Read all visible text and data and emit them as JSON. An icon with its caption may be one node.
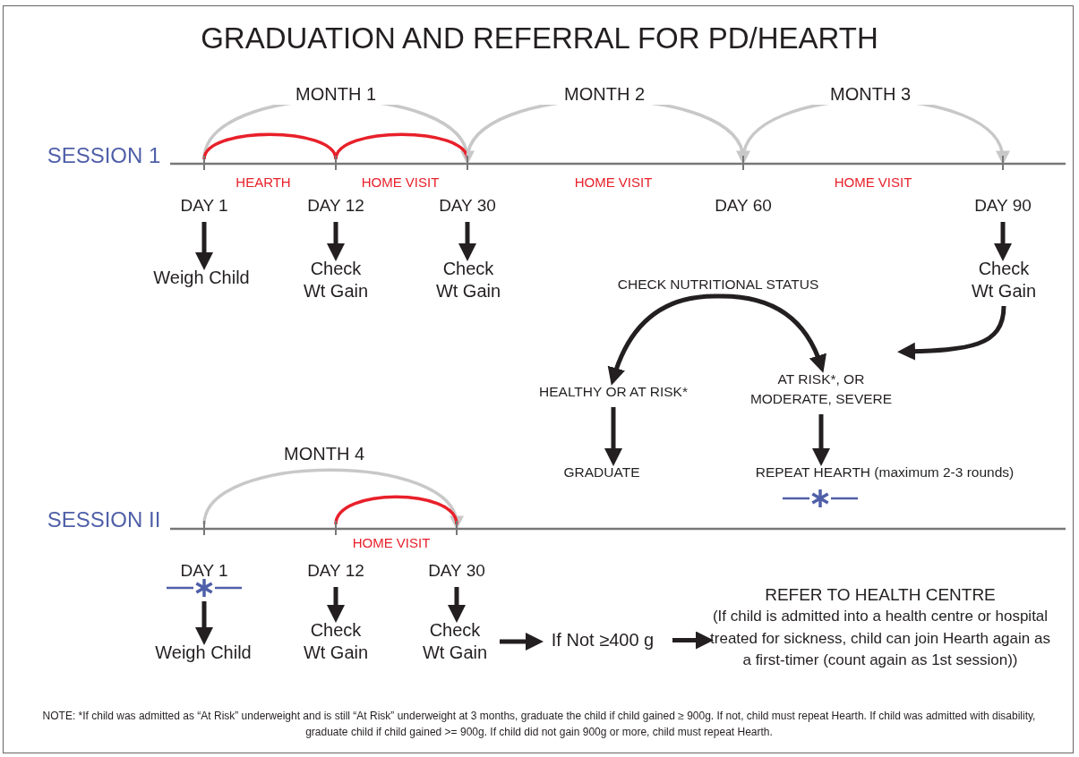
{
  "diagram": {
    "title": "GRADUATION AND REFERRAL FOR PD/HEARTH",
    "nodes": [
      {
        "text": [
          "DAY 1"
        ]
      },
      {
        "text": [
          "DAY 12"
        ]
      },
      {
        "text": [
          "DAY 30"
        ]
      },
      {
        "text": [
          "DAY 60"
        ]
      },
      {
        "text": [
          "DAY 90"
        ]
      },
      {
        "text": [
          "Weigh Child"
        ]
      },
      {
        "text": [
          "Check Wt Gain"
        ]
      },
      {
        "text": [
          "Check Wt Gain"
        ]
      },
      {
        "text": [
          "Check Wt Gain"
        ]
      },
      {
        "text": [
          "CHECK NUTRITIONAL STATUS"
        ]
      },
      {
        "text": [
          "HEALTHY OR AT RISK*"
        ]
      },
      {
        "text": [
          "AT RISK*, OR MODERATE, SEVERE"
        ]
      },
      {
        "text": [
          "GRADUATE"
        ]
      },
      {
        "text": [
          "REPEAT HEARTH (maximum 2-3 rounds)"
        ]
      },
      {
        "text": [
          "DAY 1"
        ]
      },
      {
        "text": [
          "DAY 12"
        ]
      },
      {
        "text": [
          "DAY 30"
        ]
      },
      {
        "text": [
          "Weigh Child"
        ]
      },
      {
        "text": [
          "Check Wt Gain"
        ]
      },
      {
        "text": [
          "Check Wt Gain"
        ]
      },
      {
        "text": [
          "If Not ≥400 g"
        ]
      },
      {
        "text": [
          "REFER TO HEALTH CENTRE",
          "(If child is admitted into a health centre or hospital treated for sickness, child can join Hearth again as a first-timer (count again as 1st session))"
        ]
      }
    ],
    "edges": [
      {
        "from": 0,
        "to": 2,
        "arrow": "to",
        "label": "MONTH 1",
        "color": "#c8c8c8"
      },
      {
        "from": 0,
        "to": 1,
        "arrow": "none",
        "label": "HEARTH",
        "color": "#e8202a"
      },
      {
        "from": 1,
        "to": 2,
        "arrow": "none",
        "label": "HOME VISIT",
        "color": "#e8202a"
      },
      {
        "from": 2,
        "to": 3,
        "arrow": "to",
        "label": "MONTH 2",
        "color": "#c8c8c8"
      },
      {
        "from": 3,
        "to": 4,
        "arrow": "to",
        "label": "MONTH 3",
        "color": "#c8c8c8"
      },
      {
        "from": 0,
        "to": 5,
        "arrow": "to"
      },
      {
        "from": 1,
        "to": 6,
        "arrow": "to"
      },
      {
        "from": 2,
        "to": 7,
        "arrow": "to"
      },
      {
        "from": 4,
        "to": 8,
        "arrow": "to"
      },
      {
        "from": 8,
        "to": 11,
        "arrow": "to"
      },
      {
        "from": 9,
        "to": 10,
        "arrow": "to"
      },
      {
        "from": 9,
        "to": 11,
        "arrow": "to"
      },
      {
        "from": 10,
        "to": 12,
        "arrow": "to"
      },
      {
        "from": 11,
        "to": 13,
        "arrow": "to"
      },
      {
        "from": 14,
        "to": 16,
        "arrow": "to",
        "label": "MONTH 4",
        "color": "#c8c8c8"
      },
      {
        "from": 15,
        "to": 16,
        "arrow": "none",
        "label": "HOME VISIT",
        "color": "#e8202a"
      },
      {
        "from": 14,
        "to": 17,
        "arrow": "to"
      },
      {
        "from": 15,
        "to": 18,
        "arrow": "to"
      },
      {
        "from": 16,
        "to": 19,
        "arrow": "to"
      },
      {
        "from": 19,
        "to": 20,
        "arrow": "to"
      },
      {
        "from": 20,
        "to": 21,
        "arrow": "to"
      }
    ],
    "labels": [
      "SESSION 1",
      "HOME VISIT",
      "HOME VISIT",
      "SESSION II",
      "NOTE: *If child was admitted as “At Risk” underweight and is still “At Risk” underweight at 3 months, graduate the child if child gained ≥ 900g. If not, child must repeat Hearth. If child was admitted with disability, graduate child if child gained >= 900g. If child did not gain 900g or more, child must repeat Hearth."
    ]
  }
}
